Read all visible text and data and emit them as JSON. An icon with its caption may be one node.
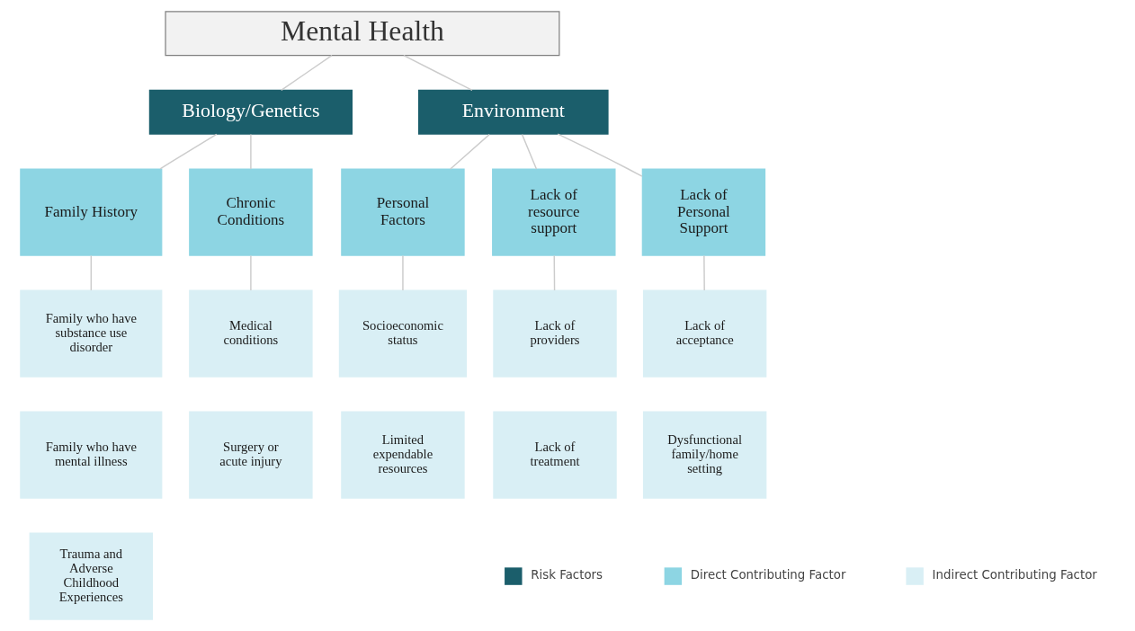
{
  "diagram": {
    "nodes": [
      {
        "text": [
          "Mental Health"
        ]
      },
      {
        "text": [
          "Biology/Genetics"
        ]
      },
      {
        "text": [
          "Environment"
        ]
      },
      {
        "text": [
          "Family History"
        ]
      },
      {
        "text": [
          "Chronic Conditions"
        ]
      },
      {
        "text": [
          "Personal Factors"
        ]
      },
      {
        "text": [
          "Lack of resource support"
        ]
      },
      {
        "text": [
          "Lack of Personal Support"
        ]
      },
      {
        "text": [
          "Family who have substance use disorder"
        ]
      },
      {
        "text": [
          "Family who have mental illness"
        ]
      },
      {
        "text": [
          "Trauma and Adverse Childhood Experiences"
        ]
      },
      {
        "text": [
          "Medical conditions"
        ]
      },
      {
        "text": [
          "Surgery or acute injury"
        ]
      },
      {
        "text": [
          "Socioeconomic status"
        ]
      },
      {
        "text": [
          "Limited expendable resources"
        ]
      },
      {
        "text": [
          "Lack of providers"
        ]
      },
      {
        "text": [
          "Lack of treatment"
        ]
      },
      {
        "text": [
          "Lack of acceptance"
        ]
      },
      {
        "text": [
          "Dysfunctional family/home setting"
        ]
      }
    ],
    "edges": [
      {
        "from": 0,
        "to": 1,
        "arrow": "none"
      },
      {
        "from": 0,
        "to": 2,
        "arrow": "none"
      },
      {
        "from": 1,
        "to": 3,
        "arrow": "none"
      },
      {
        "from": 1,
        "to": 4,
        "arrow": "none"
      },
      {
        "from": 2,
        "to": 5,
        "arrow": "none"
      },
      {
        "from": 2,
        "to": 6,
        "arrow": "none"
      },
      {
        "from": 2,
        "to": 7,
        "arrow": "none"
      },
      {
        "from": 3,
        "to": 8,
        "arrow": "none"
      },
      {
        "from": 4,
        "to": 11,
        "arrow": "none"
      },
      {
        "from": 5,
        "to": 13,
        "arrow": "none"
      },
      {
        "from": 6,
        "to": 15,
        "arrow": "none"
      },
      {
        "from": 7,
        "to": 17,
        "arrow": "none"
      }
    ],
    "legend": [
      {
        "text": "Risk Factors",
        "color": "#1b5e6b"
      },
      {
        "text": "Direct Contributing Factor",
        "color": "#8dd5e3"
      },
      {
        "text": "Indirect Contributing Factor",
        "color": "#d9eff5"
      }
    ]
  }
}
